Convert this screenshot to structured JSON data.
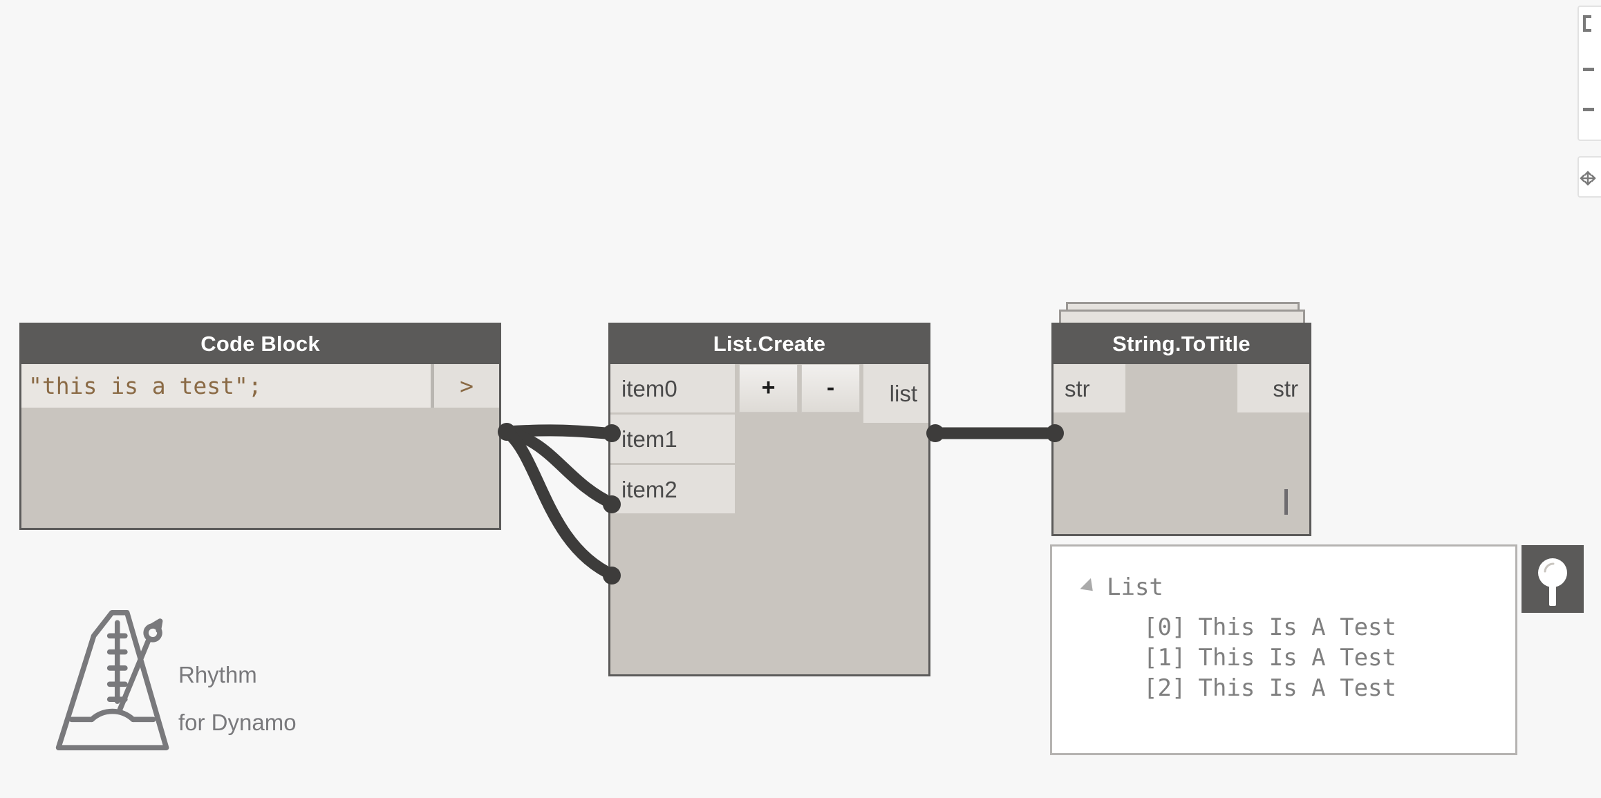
{
  "app": {
    "canvas_background": "#f7f7f7",
    "node_header_color": "#5b5a59",
    "node_body_color": "#c9c5bf",
    "port_color": "#e3e0dc",
    "wire_color": "#3d3c3b",
    "code_text_color": "#8a6a45"
  },
  "nodes": {
    "code_block": {
      "title": "Code Block",
      "code_line": "\"this is a test\";",
      "output_port_label": ">"
    },
    "list_create": {
      "title": "List.Create",
      "inputs": [
        "item0",
        "item1",
        "item2"
      ],
      "add_button_label": "+",
      "remove_button_label": "-",
      "output_port_label": "list"
    },
    "string_totitle": {
      "title": "String.ToTitle",
      "input_port_label": "str",
      "output_port_label": "str"
    }
  },
  "preview": {
    "root_label": "List",
    "collapse_icon": "triangle-collapse-icon",
    "items": [
      {
        "index": "[0]",
        "value": "This Is A Test"
      },
      {
        "index": "[1]",
        "value": "This Is A Test"
      },
      {
        "index": "[2]",
        "value": "This Is A Test"
      }
    ]
  },
  "pin_button": {
    "icon": "pin-icon"
  },
  "watermark": {
    "icon": "metronome-icon",
    "line1": "Rhythm",
    "line2": "for Dynamo",
    "text_color": "#79797c"
  },
  "toolbars": {
    "zoom_toolbar_icons": [
      "fit-to-screen-icon",
      "zoom-in-icon",
      "zoom-out-icon"
    ],
    "pan_toolbar_icons": [
      "pan-icon"
    ]
  }
}
